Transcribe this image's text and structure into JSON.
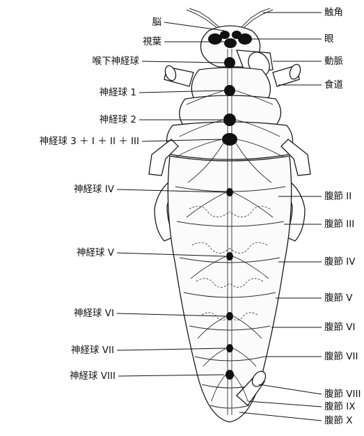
{
  "labels": {
    "left": {
      "brain": "脳",
      "optic_lobe": "視葉",
      "subesophageal_ganglion": "喉下神経球",
      "ganglion_1": "神経球 1",
      "ganglion_2": "神経球 2",
      "ganglion_3": "神経球 3 ＋ I ＋ II ＋ III",
      "ganglion_iv": "神経球 IV",
      "ganglion_v": "神経球 V",
      "ganglion_vi": "神経球 VI",
      "ganglion_vii": "神経球 VII",
      "ganglion_viii": "神経球 VIII"
    },
    "right": {
      "antenna": "触角",
      "eye": "眼",
      "artery": "動脈",
      "esophagus": "食道",
      "abdominal_ii": "腹節 II",
      "abdominal_iii": "腹節 III",
      "abdominal_iv": "腹節 IV",
      "abdominal_v": "腹節 V",
      "abdominal_vi": "腹節 VI",
      "abdominal_vii": "腹節 VII",
      "abdominal_viii": "腹節 VIII",
      "abdominal_ix": "腹節 IX",
      "abdominal_x": "腹節 X"
    }
  }
}
